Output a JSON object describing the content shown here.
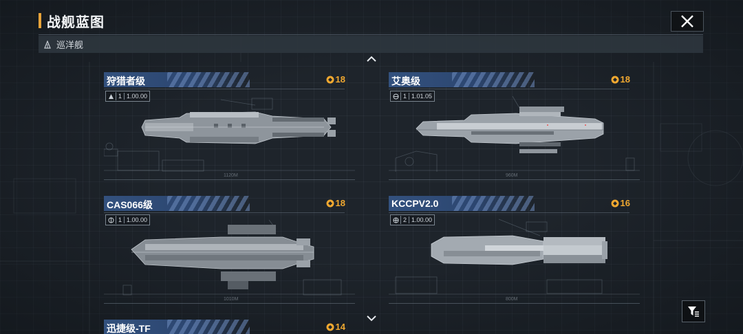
{
  "header": {
    "title": "战舰蓝图"
  },
  "subbar": {
    "category": "巡洋舰"
  },
  "cards": [
    {
      "name": "狩猎者级",
      "cost": "18",
      "level": "1",
      "version": "1.00.00",
      "length": "1120M"
    },
    {
      "name": "艾奥级",
      "cost": "18",
      "level": "1",
      "version": "1.01.05",
      "length": "960M"
    },
    {
      "name": "CAS066级",
      "cost": "18",
      "level": "1",
      "version": "1.00.00",
      "length": "1010M"
    },
    {
      "name": "KCCPV2.0",
      "cost": "16",
      "level": "2",
      "version": "1.00.00",
      "length": "800M"
    },
    {
      "name": "迅捷级-TF",
      "cost": "14"
    }
  ],
  "colors": {
    "accent": "#e8a43a",
    "cost": "#f0a830",
    "name_bar": "#33517e"
  },
  "icons": {
    "close": "close-icon",
    "filter": "filter-icon",
    "scroll_up": "chevron-up-icon",
    "scroll_down": "chevron-down-icon",
    "cost": "cost-coin-icon"
  }
}
